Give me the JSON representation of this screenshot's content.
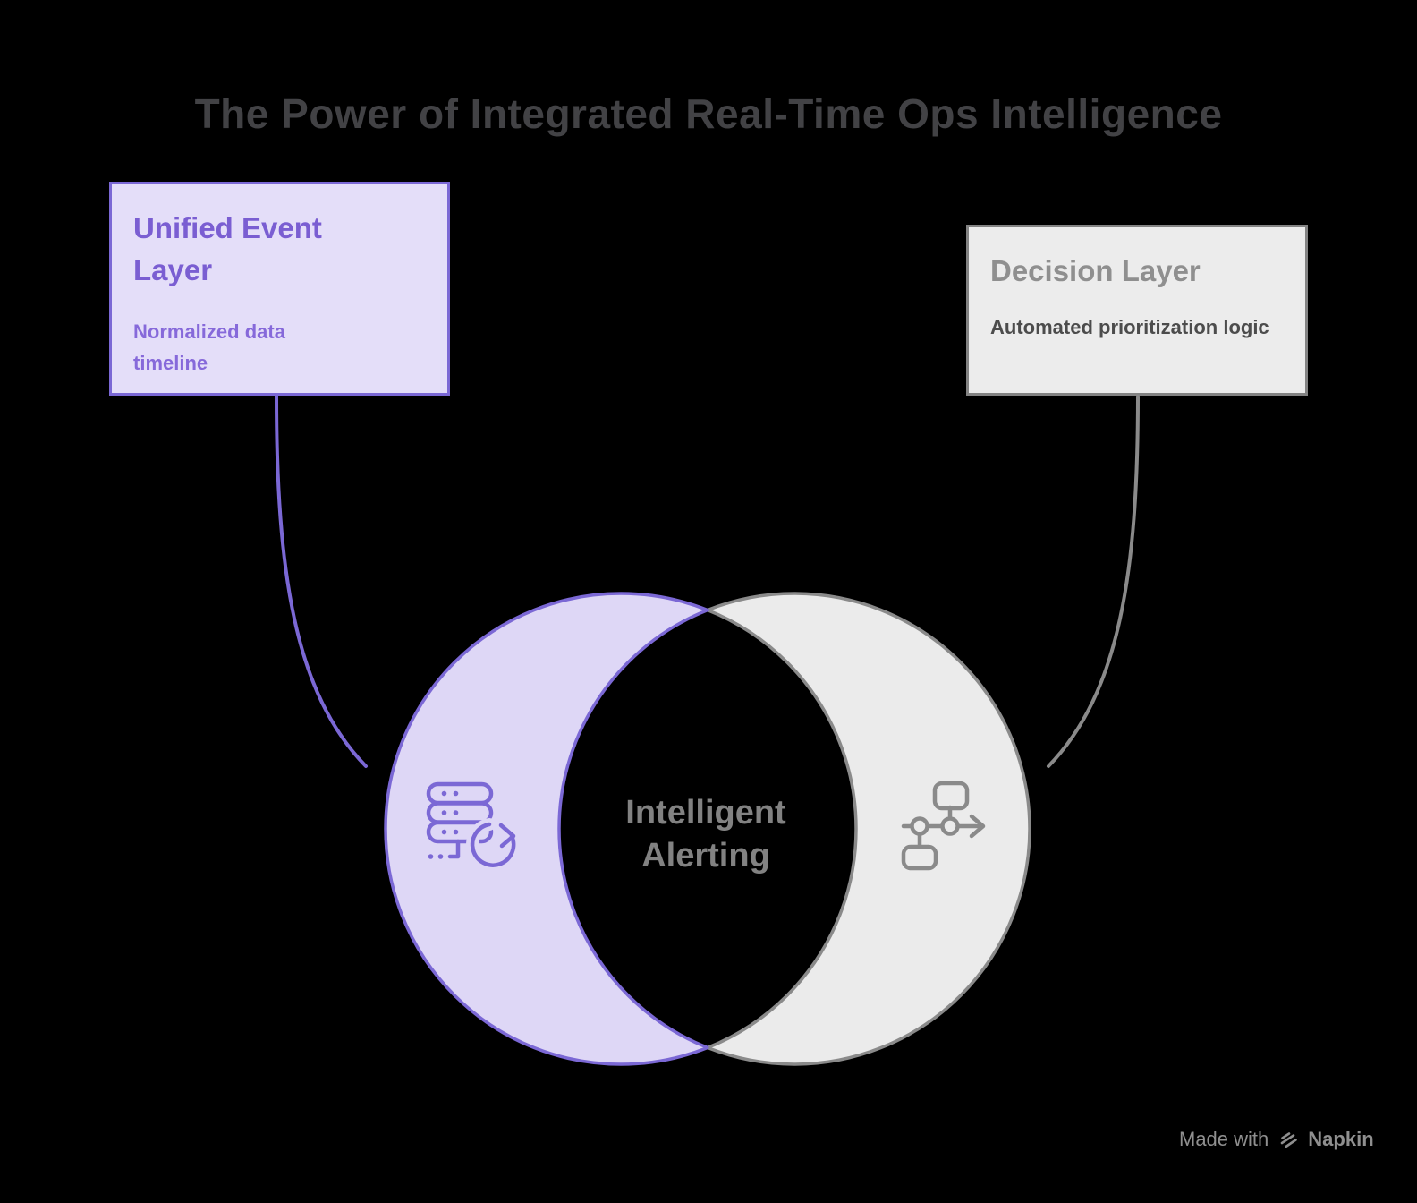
{
  "title": "The Power of Integrated Real-Time Ops Intelligence",
  "colors": {
    "background": "#000000",
    "purple_accent": "#7b68d5",
    "purple_crescent_fill": "#ded7f6",
    "purple_card_fill": "#e4def9",
    "gray_accent": "#8a8a8a",
    "gray_crescent_fill": "#ebebeb",
    "gray_card_fill": "#ececec",
    "title_text": "#424245",
    "center_label_text": "#828282"
  },
  "left_card": {
    "heading": "Unified Event Layer",
    "subtitle": "Normalized data timeline",
    "icon": "server-sync-icon"
  },
  "right_card": {
    "heading": "Decision Layer",
    "subtitle": "Automated prioritization logic",
    "icon": "workflow-icon"
  },
  "venn": {
    "center_label": [
      "Intelligent",
      "Alerting"
    ]
  },
  "watermark": {
    "prefix": "Made with",
    "brand": "Napkin"
  }
}
